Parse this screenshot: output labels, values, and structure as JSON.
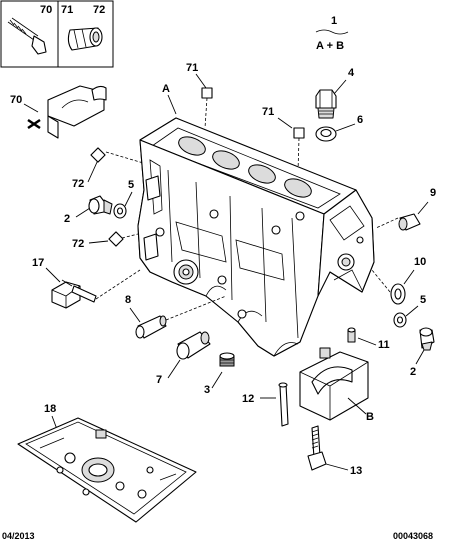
{
  "legend": {
    "box_labels": [
      "70",
      "71",
      "72"
    ],
    "assembly_number": "1",
    "assembly_text": "A + B"
  },
  "callouts": {
    "n70": "70",
    "n71a": "71",
    "n71b": "71",
    "n72a": "72",
    "n72b": "72",
    "n4": "4",
    "n6": "6",
    "A": "A",
    "n5a": "5",
    "n2a": "2",
    "n9": "9",
    "n17": "17",
    "n10": "10",
    "n5b": "5",
    "n8": "8",
    "n11": "11",
    "n2b": "2",
    "n7": "7",
    "n3": "3",
    "n12": "12",
    "B": "B",
    "n18": "18",
    "n13": "13"
  },
  "footer": {
    "date": "04/2013",
    "reference": "00043068"
  }
}
